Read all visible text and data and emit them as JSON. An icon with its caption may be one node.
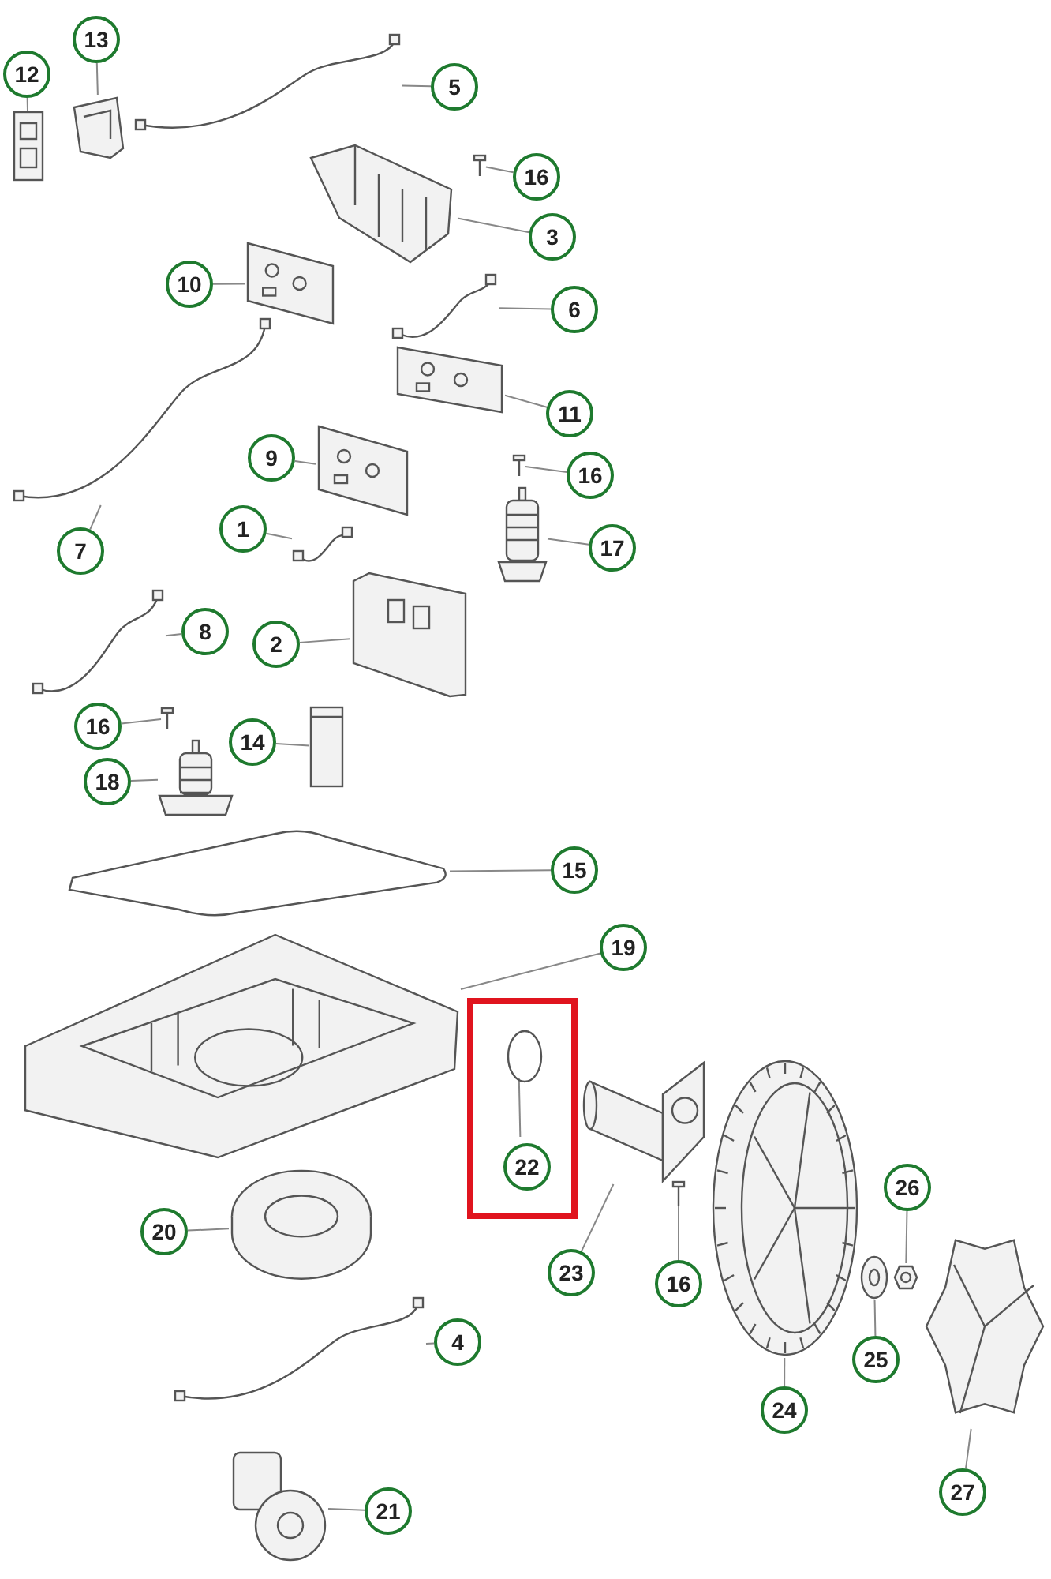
{
  "diagram": {
    "nodes": [
      {
        "text": [],
        "shape": "box"
      },
      {
        "text": [
          "12"
        ]
      },
      {
        "text": [
          "13"
        ]
      },
      {
        "text": [
          "5"
        ]
      },
      {
        "text": [
          "16"
        ]
      },
      {
        "text": [
          "3"
        ]
      },
      {
        "text": [
          "10"
        ]
      },
      {
        "text": [
          "6"
        ]
      },
      {
        "text": [
          "11"
        ]
      },
      {
        "text": [
          "9"
        ]
      },
      {
        "text": [
          "16"
        ]
      },
      {
        "text": [
          "1"
        ]
      },
      {
        "text": [
          "17"
        ]
      },
      {
        "text": [
          "7"
        ]
      },
      {
        "text": [
          "8"
        ]
      },
      {
        "text": [
          "2"
        ]
      },
      {
        "text": [
          "14"
        ]
      },
      {
        "text": [
          "16"
        ]
      },
      {
        "text": [
          "18"
        ]
      },
      {
        "text": [
          "15"
        ]
      },
      {
        "text": [
          "19"
        ]
      },
      {
        "text": [
          "22"
        ],
        "in": 0
      },
      {
        "text": [
          "20"
        ]
      },
      {
        "text": [
          "23"
        ]
      },
      {
        "text": [
          "16"
        ]
      },
      {
        "text": [
          "26"
        ]
      },
      {
        "text": [
          "4"
        ]
      },
      {
        "text": [
          "25"
        ]
      },
      {
        "text": [
          "24"
        ]
      },
      {
        "text": [
          "27"
        ]
      },
      {
        "text": [
          "21"
        ]
      },
      {
        "text": [],
        "shape": "picture"
      },
      {
        "text": [],
        "shape": "picture"
      },
      {
        "text": [],
        "shape": "picture"
      },
      {
        "text": [],
        "shape": "picture"
      },
      {
        "text": [],
        "shape": "picture"
      },
      {
        "text": [],
        "shape": "picture"
      },
      {
        "text": [],
        "shape": "picture"
      },
      {
        "text": [],
        "shape": "picture"
      },
      {
        "text": [],
        "shape": "picture"
      },
      {
        "text": [],
        "shape": "picture"
      },
      {
        "text": [],
        "shape": "picture"
      },
      {
        "text": [],
        "shape": "picture"
      },
      {
        "text": [],
        "shape": "picture"
      },
      {
        "text": [],
        "shape": "picture"
      },
      {
        "text": [],
        "shape": "picture"
      },
      {
        "text": [],
        "shape": "picture"
      },
      {
        "text": [],
        "shape": "picture"
      },
      {
        "text": [],
        "shape": "picture"
      },
      {
        "text": [],
        "shape": "picture"
      },
      {
        "text": [],
        "shape": "picture"
      },
      {
        "text": [],
        "shape": "circle",
        "in": 0
      },
      {
        "text": [],
        "shape": "picture"
      },
      {
        "text": [],
        "shape": "picture"
      },
      {
        "text": [],
        "shape": "picture"
      },
      {
        "text": [],
        "shape": "picture"
      },
      {
        "text": [],
        "shape": "picture"
      },
      {
        "text": [],
        "shape": "picture"
      },
      {
        "text": [],
        "shape": "picture"
      },
      {
        "text": [],
        "shape": "picture"
      },
      {
        "text": [],
        "shape": "picture"
      }
    ],
    "edges": [
      {
        "from": 1,
        "to": 31,
        "arrow": "none"
      },
      {
        "from": 2,
        "to": 32,
        "arrow": "none"
      },
      {
        "from": 3,
        "to": 33,
        "arrow": "none"
      },
      {
        "from": 4,
        "to": 34,
        "arrow": "none"
      },
      {
        "from": 5,
        "to": 35,
        "arrow": "none"
      },
      {
        "from": 6,
        "to": 36,
        "arrow": "none"
      },
      {
        "from": 7,
        "to": 37,
        "arrow": "none"
      },
      {
        "from": 8,
        "to": 38,
        "arrow": "none"
      },
      {
        "from": 9,
        "to": 39,
        "arrow": "none"
      },
      {
        "from": 10,
        "to": 40,
        "arrow": "none"
      },
      {
        "from": 11,
        "to": 41,
        "arrow": "none"
      },
      {
        "from": 12,
        "to": 42,
        "arrow": "none"
      },
      {
        "from": 13,
        "to": 43,
        "arrow": "none"
      },
      {
        "from": 14,
        "to": 44,
        "arrow": "none"
      },
      {
        "from": 15,
        "to": 45,
        "arrow": "none"
      },
      {
        "from": 16,
        "to": 46,
        "arrow": "none"
      },
      {
        "from": 17,
        "to": 47,
        "arrow": "none"
      },
      {
        "from": 18,
        "to": 48,
        "arrow": "none"
      },
      {
        "from": 19,
        "to": 49,
        "arrow": "none"
      },
      {
        "from": 20,
        "to": 50,
        "arrow": "none"
      },
      {
        "from": 21,
        "to": 51,
        "arrow": "none"
      },
      {
        "from": 22,
        "to": 53,
        "arrow": "none"
      },
      {
        "from": 23,
        "to": 52,
        "arrow": "none"
      },
      {
        "from": 24,
        "to": 54,
        "arrow": "none"
      },
      {
        "from": 25,
        "to": 55,
        "arrow": "none"
      },
      {
        "from": 26,
        "to": 56,
        "arrow": "none"
      },
      {
        "from": 27,
        "to": 57,
        "arrow": "none"
      },
      {
        "from": 28,
        "to": 58,
        "arrow": "none"
      },
      {
        "from": 29,
        "to": 59,
        "arrow": "none"
      },
      {
        "from": 30,
        "to": 60,
        "arrow": "none"
      }
    ]
  }
}
